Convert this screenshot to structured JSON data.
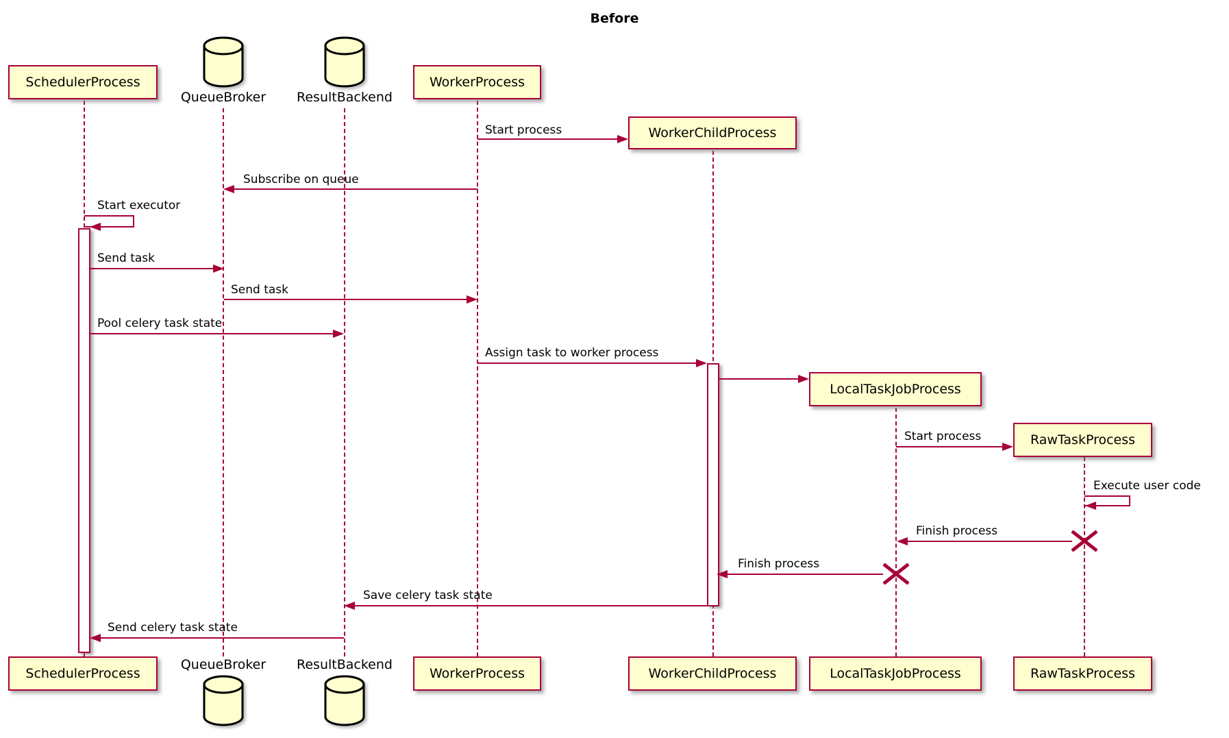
{
  "title": "Before",
  "colors": {
    "background": "#FFFFFF",
    "box_fill": "#FEFECE",
    "accent": "#A80036",
    "cylinder_stroke": "#000000",
    "text": "#000000"
  },
  "participants": [
    {
      "id": "scheduler",
      "label": "SchedulerProcess",
      "type": "participant"
    },
    {
      "id": "queuebroker",
      "label": "QueueBroker",
      "type": "database"
    },
    {
      "id": "resultbackend",
      "label": "ResultBackend",
      "type": "database"
    },
    {
      "id": "worker",
      "label": "WorkerProcess",
      "type": "participant"
    },
    {
      "id": "workerchild",
      "label": "WorkerChildProcess",
      "type": "participant",
      "created_during_sequence": true
    },
    {
      "id": "localtaskjob",
      "label": "LocalTaskJobProcess",
      "type": "participant",
      "created_during_sequence": true
    },
    {
      "id": "rawtask",
      "label": "RawTaskProcess",
      "type": "participant",
      "created_during_sequence": true
    }
  ],
  "messages": [
    {
      "from": "worker",
      "to": "workerchild",
      "label": "Start process",
      "kind": "create"
    },
    {
      "from": "worker",
      "to": "queuebroker",
      "label": "Subscribe on queue",
      "kind": "normal"
    },
    {
      "from": "scheduler",
      "to": "scheduler",
      "label": "Start executor",
      "kind": "self"
    },
    {
      "from": "scheduler",
      "to": "queuebroker",
      "label": "Send task",
      "kind": "normal"
    },
    {
      "from": "queuebroker",
      "to": "worker",
      "label": "Send task",
      "kind": "normal"
    },
    {
      "from": "scheduler",
      "to": "resultbackend",
      "label": "Pool celery task state",
      "kind": "normal"
    },
    {
      "from": "worker",
      "to": "workerchild",
      "label": "Assign task to worker process",
      "kind": "activate"
    },
    {
      "from": "workerchild",
      "to": "localtaskjob",
      "label": "",
      "kind": "create"
    },
    {
      "from": "localtaskjob",
      "to": "rawtask",
      "label": "Start process",
      "kind": "create"
    },
    {
      "from": "rawtask",
      "to": "rawtask",
      "label": "Execute user code",
      "kind": "self"
    },
    {
      "from": "rawtask",
      "to": "localtaskjob",
      "label": "Finish process",
      "kind": "destroy-source"
    },
    {
      "from": "localtaskjob",
      "to": "workerchild",
      "label": "Finish process",
      "kind": "destroy-source"
    },
    {
      "from": "workerchild",
      "to": "resultbackend",
      "label": "Save celery task state",
      "kind": "normal"
    },
    {
      "from": "resultbackend",
      "to": "scheduler",
      "label": "Send celery task state",
      "kind": "normal"
    }
  ]
}
